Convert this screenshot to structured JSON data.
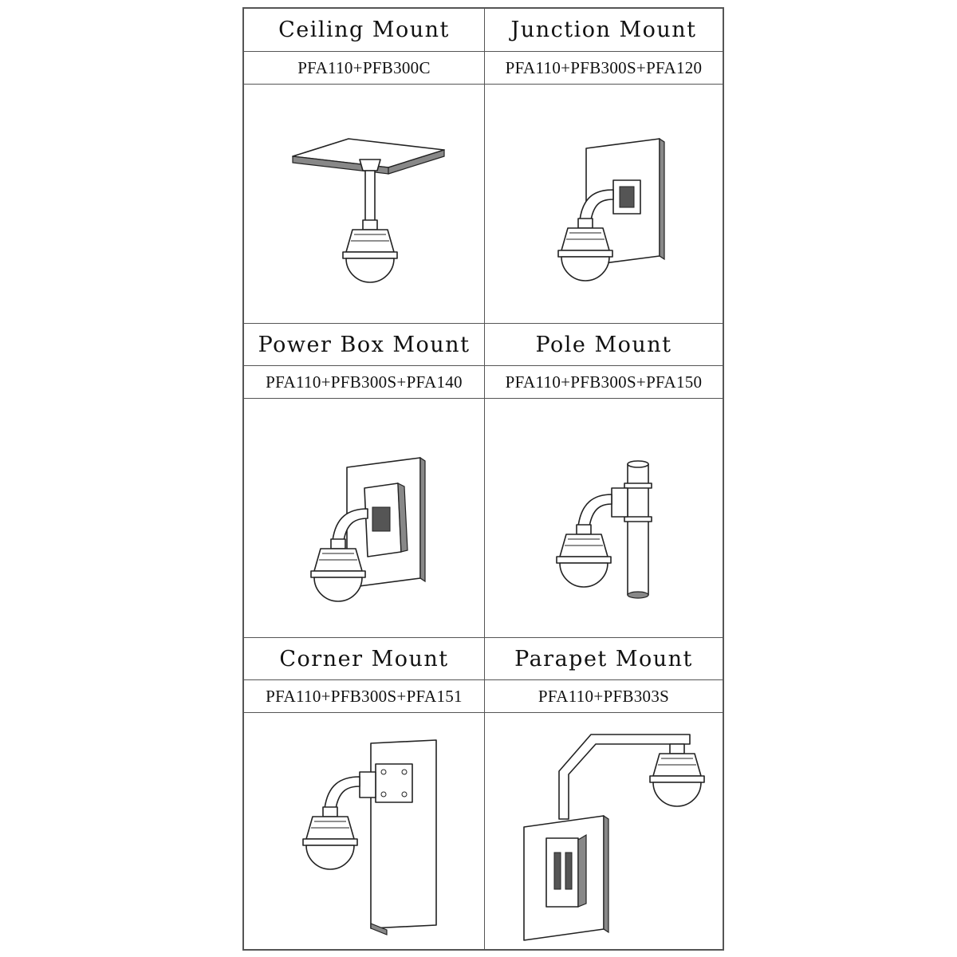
{
  "mounts": [
    {
      "title": "Ceiling Mount",
      "model": "PFA110+PFB300C",
      "icon": "ceiling-mount-camera-icon"
    },
    {
      "title": "Junction Mount",
      "model": "PFA110+PFB300S+PFA120",
      "icon": "junction-mount-camera-icon"
    },
    {
      "title": "Power Box Mount",
      "model": "PFA110+PFB300S+PFA140",
      "icon": "power-box-mount-camera-icon"
    },
    {
      "title": "Pole Mount",
      "model": "PFA110+PFB300S+PFA150",
      "icon": "pole-mount-camera-icon"
    },
    {
      "title": "Corner Mount",
      "model": "PFA110+PFB300S+PFA151",
      "icon": "corner-mount-camera-icon"
    },
    {
      "title": "Parapet Mount",
      "model": "PFA110+PFB303S",
      "icon": "parapet-mount-camera-icon"
    }
  ]
}
